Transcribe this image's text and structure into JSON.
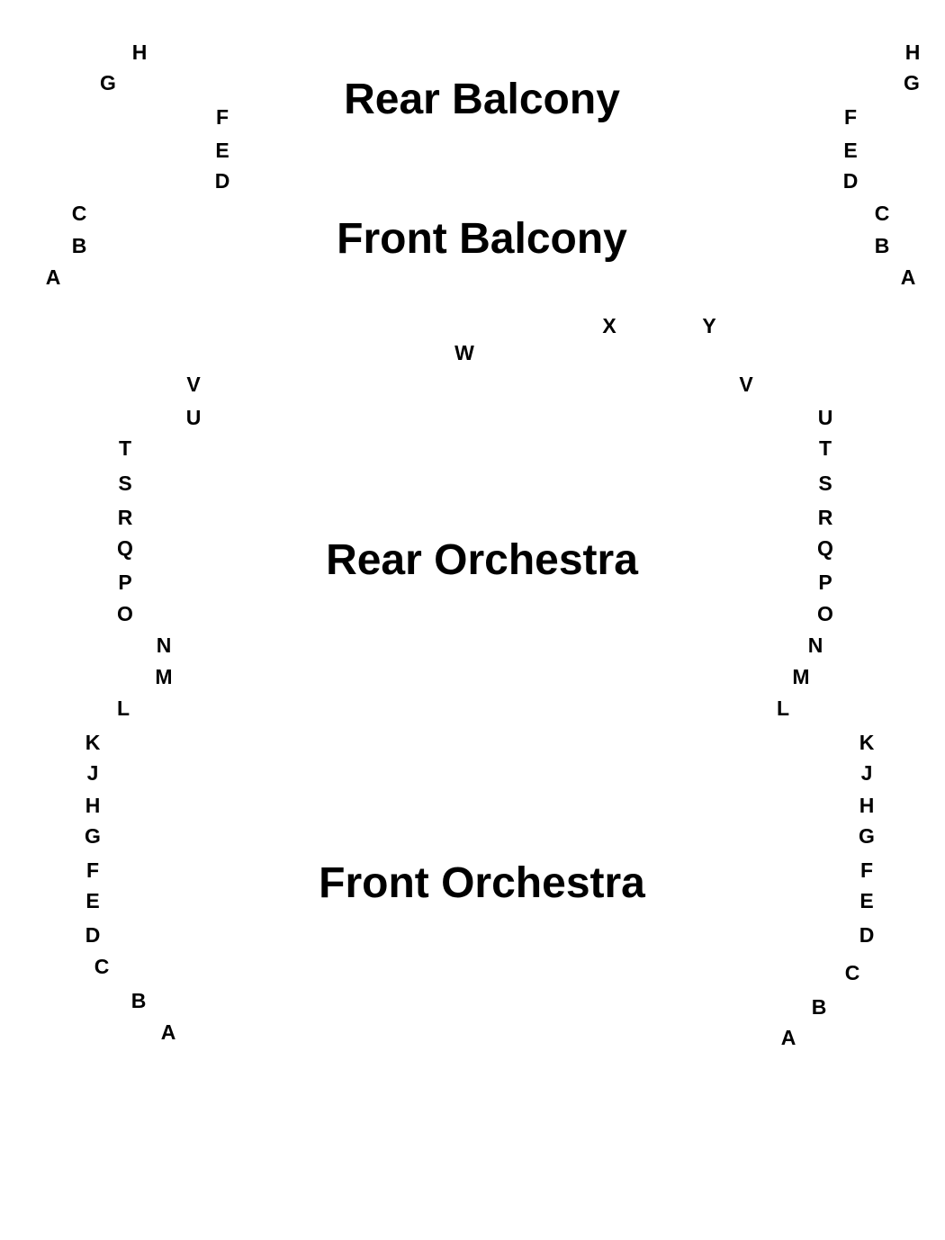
{
  "sections": {
    "rear_balcony": "Rear Balcony",
    "front_balcony": "Front Balcony",
    "rear_orchestra": "Rear Orchestra",
    "front_orchestra": "Front Orchestra"
  },
  "balcony_left_rows": [
    "H",
    "G",
    "F",
    "E",
    "D",
    "C",
    "B",
    "A"
  ],
  "balcony_right_rows": [
    "H",
    "G",
    "F",
    "E",
    "D",
    "C",
    "B",
    "A"
  ],
  "orchestra_top_rows": [
    "W",
    "X",
    "Y"
  ],
  "orchestra_left_rows": [
    "V",
    "U",
    "T",
    "S",
    "R",
    "Q",
    "P",
    "O",
    "N",
    "M",
    "L",
    "K",
    "J",
    "H",
    "G",
    "F",
    "E",
    "D",
    "C",
    "B",
    "A"
  ],
  "orchestra_right_rows": [
    "V",
    "U",
    "T",
    "S",
    "R",
    "Q",
    "P",
    "O",
    "N",
    "M",
    "L",
    "K",
    "J",
    "H",
    "G",
    "F",
    "E",
    "D",
    "C",
    "B",
    "A"
  ]
}
